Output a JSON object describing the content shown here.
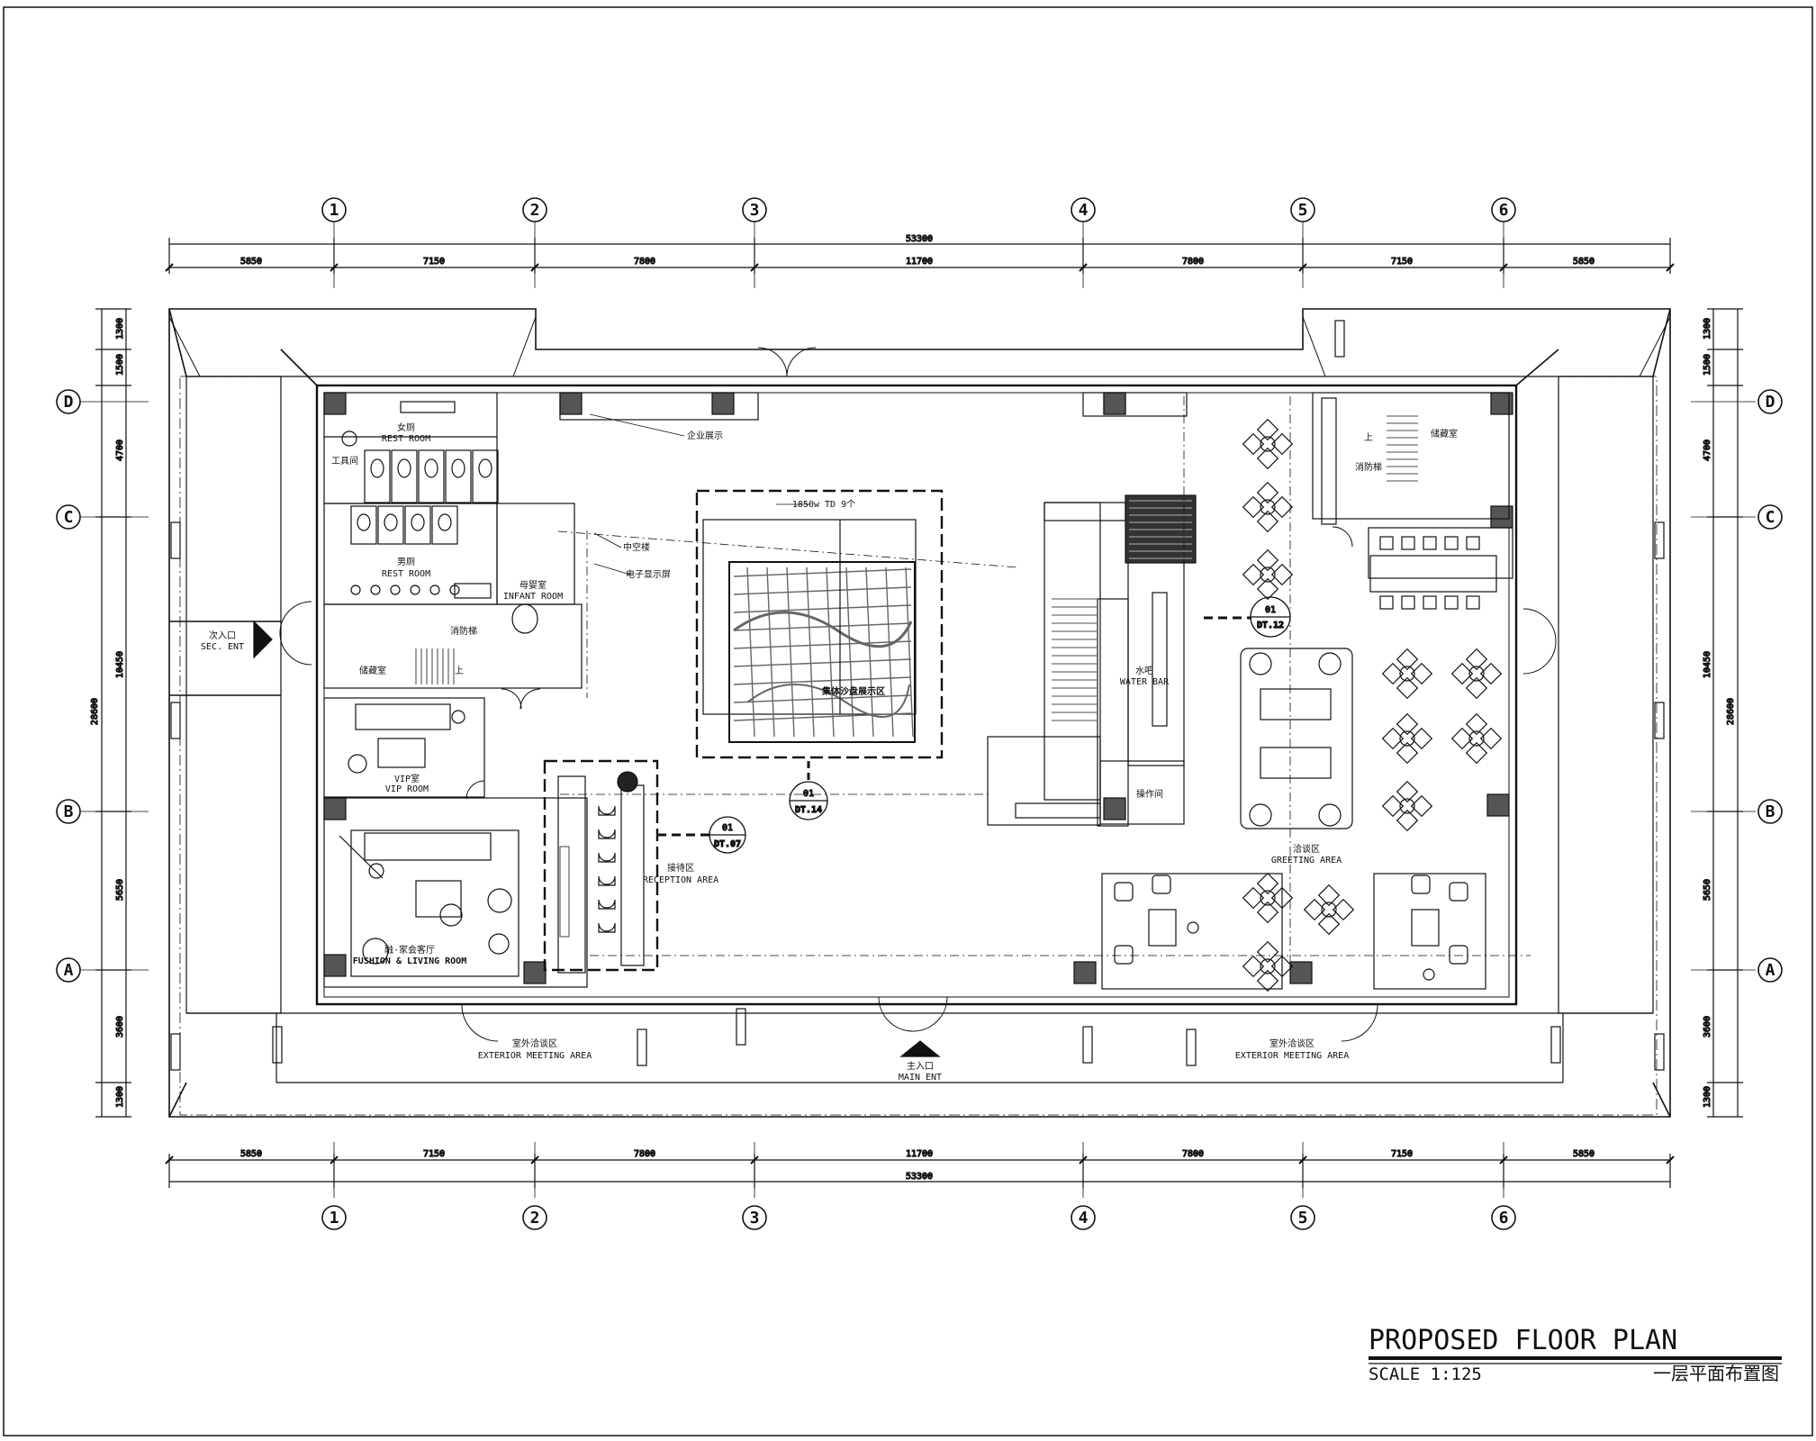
{
  "grid": {
    "cols": [
      "1",
      "2",
      "3",
      "4",
      "5",
      "6"
    ],
    "rows": [
      "D",
      "C",
      "B",
      "A"
    ]
  },
  "dims": {
    "total": "53300",
    "spans": [
      "5850",
      "7150",
      "7800",
      "11700",
      "7800",
      "7150",
      "5850"
    ],
    "left_total": "28600",
    "left_spans": [
      "1300",
      "1500",
      "4700",
      "10450",
      "5650",
      "3600",
      "1300"
    ]
  },
  "labels": {
    "female_rest_cn": "女厕",
    "female_rest_en": "REST ROOM",
    "tool_room": "工具间",
    "male_rest_cn": "男厕",
    "male_rest_en": "REST ROOM",
    "infant_cn": "母婴室",
    "infant_en": "INFANT ROOM",
    "fire_stair": "消防梯",
    "storage": "储藏室",
    "vip_cn": "VIP室",
    "vip_en": "VIP ROOM",
    "living_cn": "融·家会客厅",
    "living_en": "FUSHION & LIVING ROOM",
    "sec_ent_cn": "次入口",
    "sec_ent_en": "SEC. ENT",
    "ext_meet_cn": "室外洽谈区",
    "ext_meet_en": "EXTERIOR MEETING AREA",
    "main_ent_cn": "主入口",
    "main_ent_en": "MAIN ENT",
    "corp_display": "企业展示",
    "central_ac": "中空楼",
    "screen": "电子显示屏",
    "led_note": "1850w TD 9个",
    "sand_table": "集体沙盘展示区",
    "reception_cn": "接待区",
    "reception_en": "RECEPTION AREA",
    "water_bar_cn": "水吧",
    "water_bar_en": "WATER BAR",
    "operation": "操作间",
    "greeting_cn": "洽谈区",
    "greeting_en": "GREETING AREA",
    "storage_r": "储藏室",
    "fire_stair_r": "消防梯",
    "up": "上"
  },
  "callouts": {
    "dt12_num": "01",
    "dt12": "DT.12",
    "dt14_num": "01",
    "dt14": "DT.14",
    "dt07_num": "01",
    "dt07": "DT.07"
  },
  "title_block": {
    "title": "PROPOSED FLOOR PLAN",
    "scale": "SCALE 1:125",
    "title_cn": "一层平面布置图"
  }
}
